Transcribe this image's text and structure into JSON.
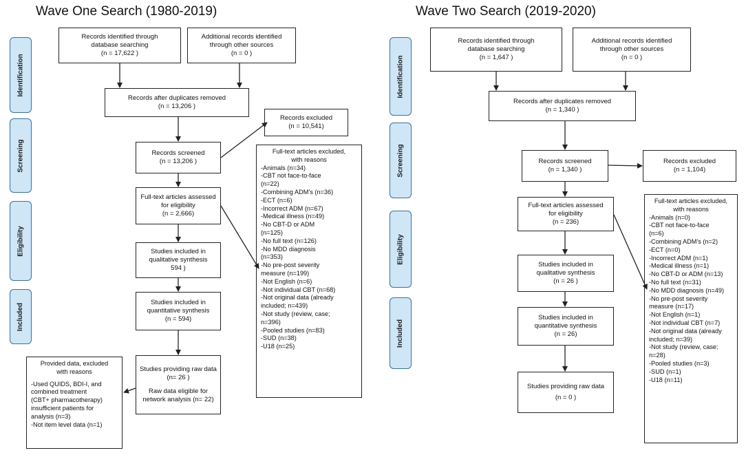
{
  "wave_one": {
    "title": "Wave One Search (1980-2019)",
    "stages": {
      "identification": "Identification",
      "screening": "Screening",
      "eligibility": "Eligibility",
      "included": "Included"
    },
    "records_identified": {
      "line1": "Records identified through",
      "line2": "database searching",
      "line3": "(n = 17,622 )"
    },
    "additional_records": {
      "line1": "Additional records identified",
      "line2": "through other sources",
      "line3": "(n = 0 )"
    },
    "after_duplicates": {
      "line1": "Records after duplicates removed",
      "line2": "(n = 13,206 )"
    },
    "records_excluded": {
      "line1": "Records excluded",
      "line2": "(n = 10,541)"
    },
    "records_screened": {
      "line1": "Records screened",
      "line2": "(n = 13,206 )"
    },
    "fulltext_assessed": {
      "line1": "Full-text articles assessed",
      "line2": "for eligibility",
      "line3": "(n = 2,666)"
    },
    "qualitative": {
      "line1": "Studies included in",
      "line2": "qualitative synthesis",
      "line3": "594 )"
    },
    "quantitative": {
      "line1": "Studies included in",
      "line2": "quantitative synthesis",
      "line3": "(n = 594)"
    },
    "raw_data": {
      "line1": "Studies providing raw data",
      "line2": "(n= 26 )",
      "line3": "Raw data eligible for",
      "line4": "network analysis (n= 22)"
    },
    "provided_excluded": {
      "head1": "Provided data, excluded",
      "head2": "with reasons",
      "items": [
        "-Used QUIDS, BDI-I, and",
        "combined treatment",
        "(CBT+ pharmacotherapy)",
        "insufficient patients for",
        "analysis (n=3)",
        "-Not item level data (n=1)"
      ]
    },
    "fulltext_excluded": {
      "head1": "Full-text articles excluded,",
      "head2": "with reasons",
      "items": [
        "-Animals (n=34)",
        "-CBT not face-to-face",
        "(n=22)",
        "-Combining ADM's (n=36)",
        "-ECT (n=6)",
        "-Incorrect ADM (n=67)",
        "-Medical illness (n=49)",
        "-No CBT-D or ADM",
        "(n=125)",
        "-No full text (n=126)",
        "-No MDD diagnosis",
        "(n=353)",
        "-No pre-post severity",
        "measure (n=199)",
        "-Not English (n=6)",
        "-Not individual CBT (n=68)",
        "-Not original data (already",
        "included; n=439)",
        "-Not study (review, case;",
        "n=396)",
        "-Pooled studies (n=83)",
        "-SUD (n=38)",
        "-U18 (n=25)"
      ]
    }
  },
  "wave_two": {
    "title": "Wave Two Search (2019-2020)",
    "stages": {
      "identification": "Identification",
      "screening": "Screening",
      "eligibility": "Eligibility",
      "included": "Included"
    },
    "records_identified": {
      "line1": "Records identified through",
      "line2": "database searching",
      "line3": "(n = 1,647 )"
    },
    "additional_records": {
      "line1": "Additional records identified",
      "line2": "through other sources",
      "line3": "(n = 0 )"
    },
    "after_duplicates": {
      "line1": "Records after duplicates removed",
      "line2": "(n = 1,340 )"
    },
    "records_screened": {
      "line1": "Records screened",
      "line2": "(n = 1,340 )"
    },
    "records_excluded": {
      "line1": "Records excluded",
      "line2": "(n = 1,104)"
    },
    "fulltext_assessed": {
      "line1": "Full-text articles assessed",
      "line2": "for eligibility",
      "line3": "(n = 236)"
    },
    "qualitative": {
      "line1": "Studies included in",
      "line2": "qualitative synthesis",
      "line3": "(n = 26 )"
    },
    "quantitative": {
      "line1": "Studies included in",
      "line2": "quantitative synthesis",
      "line3": "(n = 26)"
    },
    "raw_data": {
      "line1": "Studies providing raw data",
      "line2": "(n = 0 )"
    },
    "fulltext_excluded": {
      "head1": "Full-text articles excluded,",
      "head2": "with reasons",
      "items": [
        "-Animals (n=0)",
        "-CBT not face-to-face",
        "(n=6)",
        "-Combining ADM's (n=2)",
        "-ECT (n=0)",
        "-Incorrect ADM (n=1)",
        "-Medical illness (n=1)",
        "-No CBT-D or ADM (n=13)",
        "-No full text (n=31)",
        "-No MDD diagnosis (n=49)",
        "-No pre-post severity",
        "measure (n=17)",
        "-Not English (n=1)",
        "-Not individual CBT (n=7)",
        "-Not original data (already",
        "included; n=39)",
        "-Not study (review, case;",
        "n=28)",
        "-Pooled studies (n=3)",
        "-SUD (n=1)",
        "-U18 (n=11)"
      ]
    }
  }
}
